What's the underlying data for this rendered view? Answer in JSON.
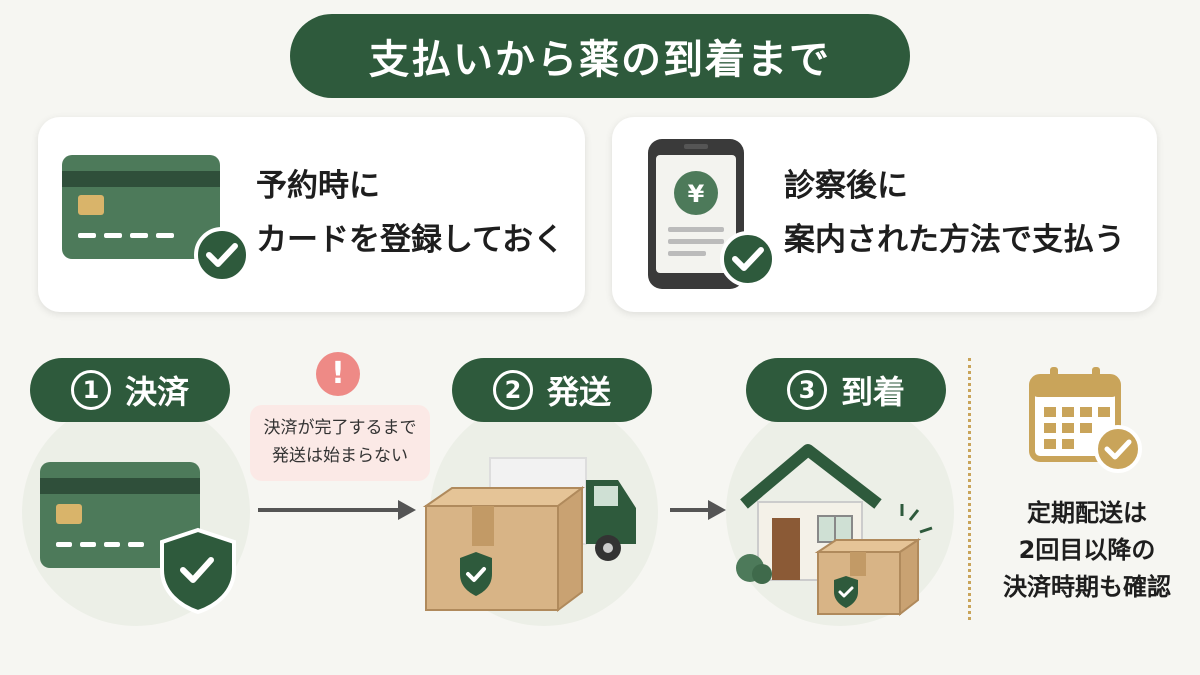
{
  "title": "支払いから薬の到着まで",
  "top_cards": [
    {
      "line1": "予約時に",
      "line2": "カードを登録しておく",
      "icon": "credit-card-check-icon"
    },
    {
      "line1": "診察後に",
      "line2": "案内された方法で支払う",
      "icon": "smartphone-yen-check-icon"
    }
  ],
  "steps": [
    {
      "num": "1",
      "label": "決済",
      "icon": "credit-card-shield-icon"
    },
    {
      "num": "2",
      "label": "発送",
      "icon": "delivery-truck-box-icon"
    },
    {
      "num": "3",
      "label": "到着",
      "icon": "house-box-icon"
    }
  ],
  "warning": {
    "icon": "!",
    "line1": "決済が完了するまで",
    "line2": "発送は始まらない"
  },
  "side_note": {
    "line1": "定期配送は",
    "line2": "2回目以降の",
    "line3": "決済時期も確認",
    "icon": "calendar-check-icon"
  },
  "colors": {
    "primary": "#2e5a3c",
    "accent": "#c9a45a",
    "warning": "#ee8a86",
    "card_green": "#4d7a5a",
    "box": "#d8b486"
  }
}
